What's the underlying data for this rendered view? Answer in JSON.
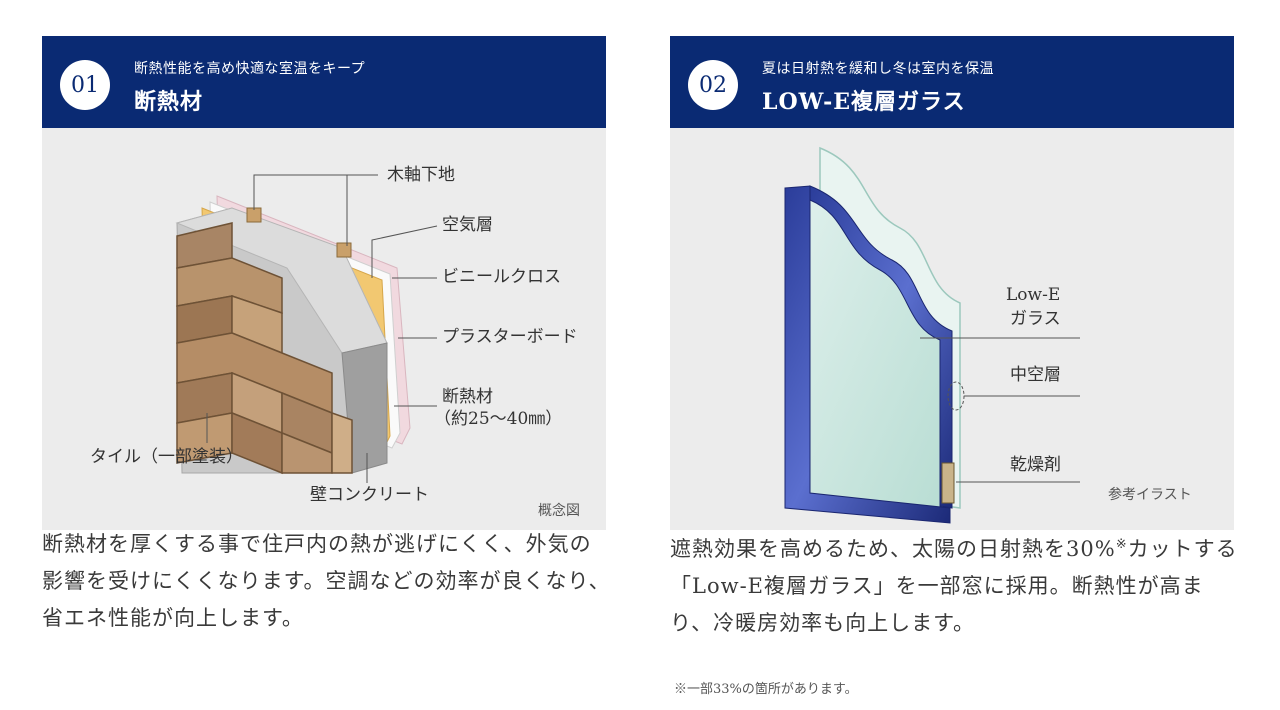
{
  "card1": {
    "number": "01",
    "subtitle": "断熱性能を高め快適な室温をキープ",
    "title": "断熱材",
    "labels": {
      "wood": "木軸下地",
      "air": "空気層",
      "vinyl": "ビニールクロス",
      "plaster": "プラスターボード",
      "insulation": "断熱材",
      "insulation_size": "（約25〜40㎜）",
      "tile": "タイル（一部塗装）",
      "concrete": "壁コンクリート"
    },
    "note": "概念図",
    "description": "断熱材を厚くする事で住戸内の熱が逃げにくく、外気の影響を受けにくくなります。空調などの効率が良くなり、省エネ性能が向上します。"
  },
  "card2": {
    "number": "02",
    "subtitle": "夏は日射熱を緩和し冬は室内を保温",
    "title": "LOW-E複層ガラス",
    "labels": {
      "lowe_1": "Low-E",
      "lowe_2": "ガラス",
      "hollow": "中空層",
      "desiccant": "乾燥剤"
    },
    "note": "参考イラスト",
    "description_a": "遮熱効果を高めるため、太陽の日射熱を30%",
    "description_mark": "※",
    "description_b": "カットする「Low-E複層ガラス」を一部窓に採用。断熱性が高まり、冷暖房効率も向上します。",
    "footnote": "※一部33%の箇所があります。"
  },
  "colors": {
    "header_bg": "#0a2a73",
    "panel_bg": "#ececec"
  }
}
